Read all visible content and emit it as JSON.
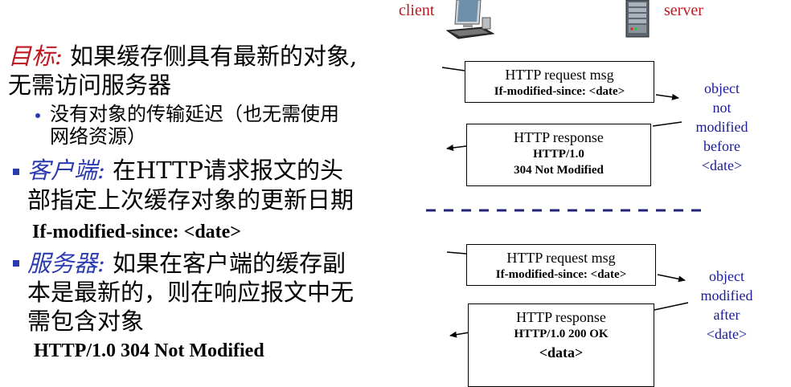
{
  "left": {
    "goal": {
      "label": "目标:",
      "line1": " 如果缓存侧具有最新的对象,",
      "line2": "无需访问服务器"
    },
    "goal_sub": {
      "line1": "没有对象的传输延迟（也无需使用",
      "line2": "网络资源）"
    },
    "client": {
      "label": "客户端:",
      "line1": " 在HTTP请求报文的头",
      "line2": "部指定上次缓存对象的更新日期",
      "header": "If-modified-since: <date>"
    },
    "server": {
      "label": "服务器:",
      "line1": " 如果在客户端的缓存副",
      "line2": "本是最新的，则在响应报文中无",
      "line3": "需包含对象",
      "response": "HTTP/1.0 304 Not Modified"
    }
  },
  "diagram": {
    "client_label": "client",
    "server_label": "server",
    "top": {
      "request_title": "HTTP request msg",
      "request_header": "If-modified-since: <date>",
      "response_title": "HTTP response",
      "response_line1": "HTTP/1.0",
      "response_line2": "304 Not Modified",
      "note": [
        "object",
        "not",
        "modified",
        "before",
        "<date>"
      ]
    },
    "bottom": {
      "request_title": "HTTP request msg",
      "request_header": "If-modified-since: <date>",
      "response_title": "HTTP response",
      "response_line1": "HTTP/1.0 200 OK",
      "response_data": "<data>",
      "note": [
        "object",
        "modified",
        "after",
        "<date>"
      ]
    }
  }
}
